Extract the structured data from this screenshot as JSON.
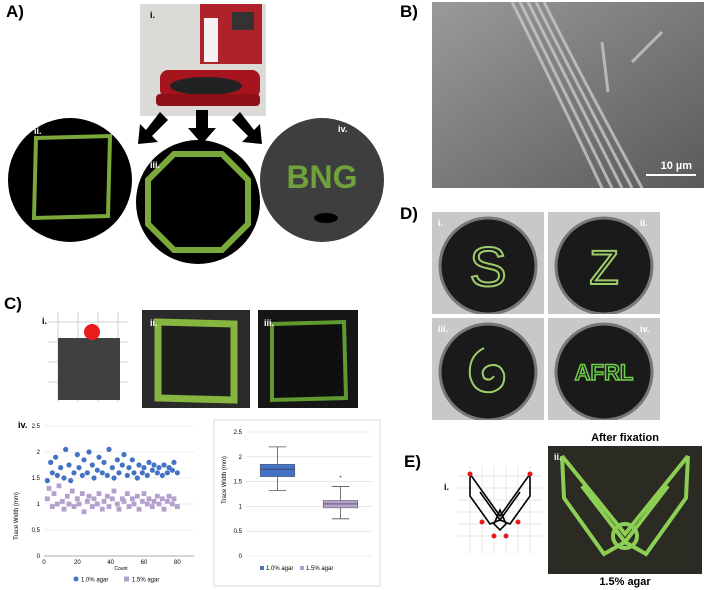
{
  "panels": {
    "A": {
      "letter": "A)",
      "sub": [
        "i.",
        "ii.",
        "iii.",
        "iv."
      ],
      "text_bng": "BNG"
    },
    "B": {
      "letter": "B)",
      "scale": "10 µm"
    },
    "C": {
      "letter": "C)",
      "sub": [
        "i.",
        "ii.",
        "iii.",
        "iv."
      ]
    },
    "D": {
      "letter": "D)",
      "sub": [
        "i.",
        "ii.",
        "iii.",
        "iv."
      ],
      "letters": [
        "S",
        "Z",
        "AFRL"
      ]
    },
    "E": {
      "letter": "E)",
      "sub": [
        "i.",
        "ii."
      ],
      "title": "After fixation",
      "caption": "1.5% agar"
    }
  },
  "chart_data": [
    {
      "type": "scatter",
      "xlabel": "Count",
      "ylabel": "Trace Width (mm)",
      "xlim": [
        0,
        90
      ],
      "ylim": [
        0,
        2.5
      ],
      "x_ticks": [
        0,
        20,
        40,
        60,
        80
      ],
      "y_ticks": [
        0,
        0.5,
        1,
        1.5,
        2,
        2.5
      ],
      "grid": true,
      "legend": "bottom",
      "series": [
        {
          "name": "1.0% agar",
          "color": "#4472c4",
          "points": [
            [
              2,
              1.45
            ],
            [
              4,
              1.8
            ],
            [
              5,
              1.6
            ],
            [
              7,
              1.9
            ],
            [
              8,
              1.55
            ],
            [
              10,
              1.7
            ],
            [
              12,
              1.5
            ],
            [
              13,
              2.05
            ],
            [
              15,
              1.75
            ],
            [
              16,
              1.45
            ],
            [
              18,
              1.6
            ],
            [
              20,
              1.95
            ],
            [
              21,
              1.7
            ],
            [
              23,
              1.55
            ],
            [
              24,
              1.85
            ],
            [
              26,
              1.6
            ],
            [
              27,
              2.0
            ],
            [
              29,
              1.75
            ],
            [
              30,
              1.5
            ],
            [
              32,
              1.65
            ],
            [
              33,
              1.9
            ],
            [
              35,
              1.6
            ],
            [
              36,
              1.8
            ],
            [
              38,
              1.55
            ],
            [
              39,
              2.05
            ],
            [
              41,
              1.7
            ],
            [
              42,
              1.5
            ],
            [
              44,
              1.85
            ],
            [
              45,
              1.6
            ],
            [
              47,
              1.75
            ],
            [
              48,
              1.95
            ],
            [
              50,
              1.55
            ],
            [
              51,
              1.7
            ],
            [
              53,
              1.85
            ],
            [
              54,
              1.6
            ],
            [
              56,
              1.5
            ],
            [
              57,
              1.75
            ],
            [
              59,
              1.6
            ],
            [
              60,
              1.7
            ],
            [
              62,
              1.55
            ],
            [
              63,
              1.8
            ],
            [
              65,
              1.65
            ],
            [
              66,
              1.75
            ],
            [
              68,
              1.6
            ],
            [
              69,
              1.7
            ],
            [
              71,
              1.55
            ],
            [
              72,
              1.75
            ],
            [
              74,
              1.6
            ],
            [
              75,
              1.7
            ],
            [
              77,
              1.65
            ],
            [
              78,
              1.8
            ],
            [
              80,
              1.6
            ]
          ]
        },
        {
          "name": "1.5% agar",
          "color": "#b4a0cc",
          "points": [
            [
              2,
              1.1
            ],
            [
              3,
              1.3
            ],
            [
              5,
              0.95
            ],
            [
              6,
              1.2
            ],
            [
              8,
              1.0
            ],
            [
              9,
              1.35
            ],
            [
              11,
              1.05
            ],
            [
              12,
              0.9
            ],
            [
              14,
              1.15
            ],
            [
              15,
              1.0
            ],
            [
              17,
              1.25
            ],
            [
              18,
              0.95
            ],
            [
              20,
              1.1
            ],
            [
              21,
              1.0
            ],
            [
              23,
              1.2
            ],
            [
              24,
              0.85
            ],
            [
              26,
              1.05
            ],
            [
              27,
              1.15
            ],
            [
              29,
              0.95
            ],
            [
              30,
              1.1
            ],
            [
              32,
              1.0
            ],
            [
              33,
              1.2
            ],
            [
              35,
              0.9
            ],
            [
              36,
              1.05
            ],
            [
              38,
              1.15
            ],
            [
              39,
              0.95
            ],
            [
              41,
              1.1
            ],
            [
              42,
              1.25
            ],
            [
              44,
              1.0
            ],
            [
              45,
              0.9
            ],
            [
              47,
              1.1
            ],
            [
              48,
              1.05
            ],
            [
              50,
              1.2
            ],
            [
              51,
              0.95
            ],
            [
              53,
              1.1
            ],
            [
              54,
              1.0
            ],
            [
              56,
              1.15
            ],
            [
              57,
              0.9
            ],
            [
              59,
              1.05
            ],
            [
              60,
              1.2
            ],
            [
              62,
              1.0
            ],
            [
              63,
              1.1
            ],
            [
              65,
              0.95
            ],
            [
              66,
              1.05
            ],
            [
              68,
              1.15
            ],
            [
              69,
              1.0
            ],
            [
              71,
              1.1
            ],
            [
              72,
              0.9
            ],
            [
              74,
              1.05
            ],
            [
              75,
              1.15
            ],
            [
              77,
              1.0
            ],
            [
              78,
              1.1
            ],
            [
              80,
              0.95
            ]
          ]
        }
      ]
    },
    {
      "type": "box",
      "ylabel": "Trace Width (mm)",
      "ylim": [
        0,
        2.5
      ],
      "y_ticks": [
        0,
        0.5,
        1,
        1.5,
        2,
        2.5
      ],
      "grid": true,
      "legend": "bottom",
      "series": [
        {
          "name": "1.0% agar",
          "color": "#4472c4",
          "min": 1.32,
          "q1": 1.6,
          "median": 1.75,
          "q3": 1.85,
          "max": 2.2
        },
        {
          "name": "1.5% agar",
          "color": "#b4a0cc",
          "min": 0.75,
          "q1": 0.97,
          "median": 1.05,
          "q3": 1.12,
          "max": 1.4,
          "outliers": [
            1.6
          ]
        }
      ]
    }
  ]
}
